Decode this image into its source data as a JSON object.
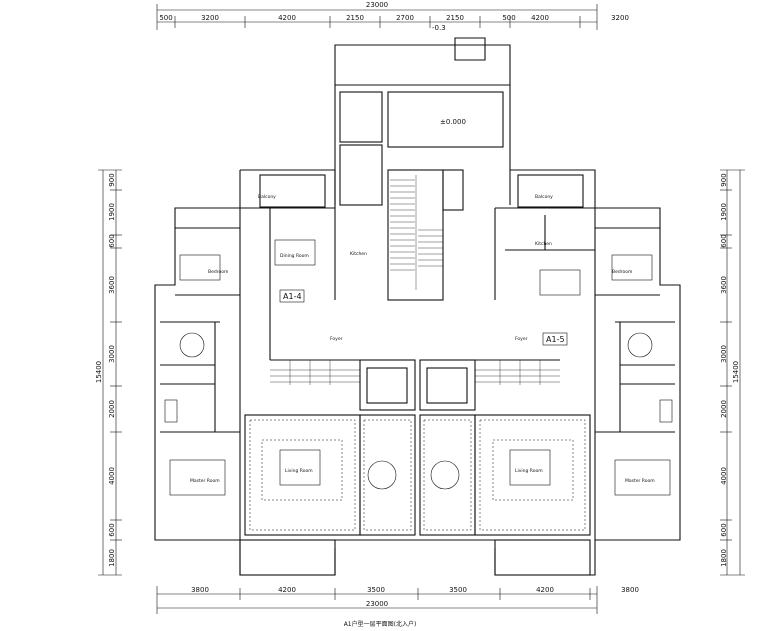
{
  "dimensions": {
    "overall_top": "23000",
    "overall_bottom": "23000",
    "top_segments": [
      "500",
      "3200",
      "4200",
      "2150",
      "2700",
      "2150",
      "4200",
      "3200",
      "500"
    ],
    "bottom_segments": [
      "3800",
      "4200",
      "3500",
      "3500",
      "4200",
      "3800"
    ],
    "left_segments": [
      "900",
      "1900",
      "600",
      "3600",
      "3000",
      "2000",
      "4000",
      "600",
      "1800"
    ],
    "right_segments": [
      "900",
      "1900",
      "600",
      "3600",
      "3000",
      "2000",
      "4000",
      "600",
      "1800"
    ],
    "left_overall": "15400",
    "right_overall": "15400"
  },
  "labels": {
    "level_top": "-0.3",
    "level_lobby": "±0.000",
    "unit_left": "A1-4",
    "unit_right": "A1-5",
    "title": "A1户型一层平面图(北入户)"
  },
  "rooms_left": {
    "balcony": "Balcony",
    "dining": "Dining Room",
    "kitchen": "Kitchen",
    "bedroom": "Bedroom",
    "foyer": "Foyer",
    "living": "Living Room",
    "master": "Master Room"
  },
  "rooms_right": {
    "balcony": "Balcony",
    "kitchen": "Kitchen",
    "foyer": "Foyer",
    "bedroom": "Bedroom",
    "living": "Living Room",
    "master": "Master Room"
  }
}
